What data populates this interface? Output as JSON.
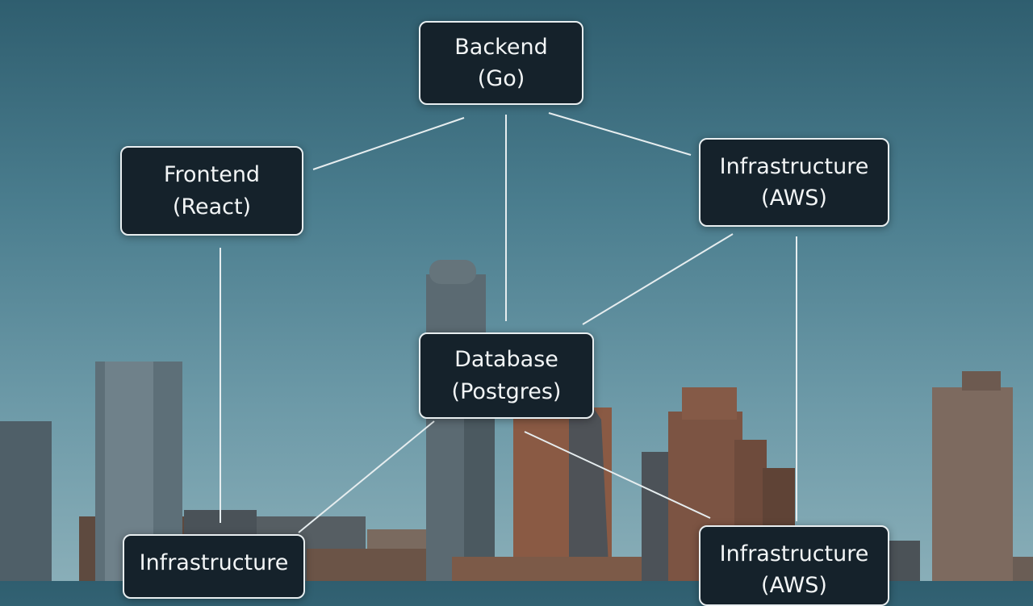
{
  "colors": {
    "sky_top": "#2f5e6f",
    "sky_bottom": "#89aeb8",
    "node_fill": "#15222b",
    "node_border": "#e8eef0",
    "edge": "#e6edef",
    "tower_glass": "#5b6a72",
    "tower_brick": "#8a5a44"
  },
  "nodes": {
    "backend": {
      "line1": "Backend",
      "line2": "(Go)"
    },
    "frontend": {
      "line1": "Frontend",
      "line2": "(React)"
    },
    "infra_top": {
      "line1": "Infrastructure",
      "line2": "(AWS)"
    },
    "database": {
      "line1": "Database",
      "line2": "(Postgres)"
    },
    "infra_bottom_left": {
      "line1": "Infrastructure"
    },
    "infra_bottom_right": {
      "line1": "Infrastructure",
      "line2": "(AWS)"
    }
  }
}
